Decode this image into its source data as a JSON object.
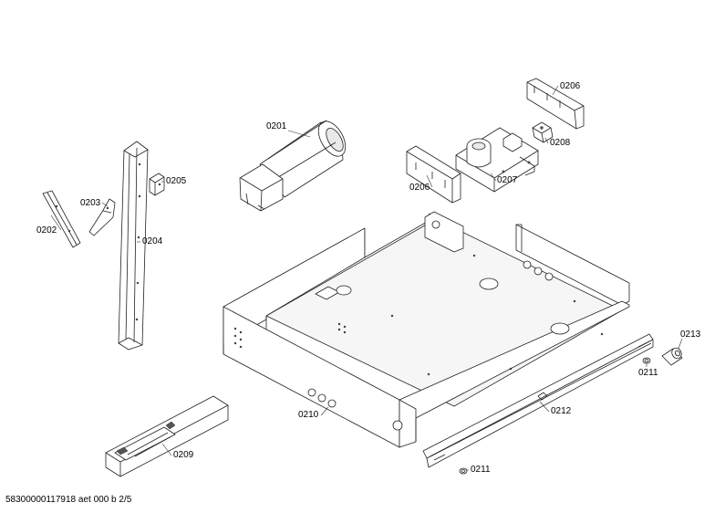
{
  "diagram": {
    "parts": [
      {
        "id": "p0201",
        "label": "0201"
      },
      {
        "id": "p0202",
        "label": "0202"
      },
      {
        "id": "p0203",
        "label": "0203"
      },
      {
        "id": "p0204",
        "label": "0204"
      },
      {
        "id": "p0205",
        "label": "0205"
      },
      {
        "id": "p0206a",
        "label": "0206"
      },
      {
        "id": "p0206b",
        "label": "0206"
      },
      {
        "id": "p0207",
        "label": "0207"
      },
      {
        "id": "p0208",
        "label": "0208"
      },
      {
        "id": "p0209",
        "label": "0209"
      },
      {
        "id": "p0210",
        "label": "0210"
      },
      {
        "id": "p0211a",
        "label": "0211"
      },
      {
        "id": "p0211b",
        "label": "0211"
      },
      {
        "id": "p0212",
        "label": "0212"
      },
      {
        "id": "p0213",
        "label": "0213"
      }
    ],
    "footer": "58300000117918 aet 000 b 2/5"
  }
}
